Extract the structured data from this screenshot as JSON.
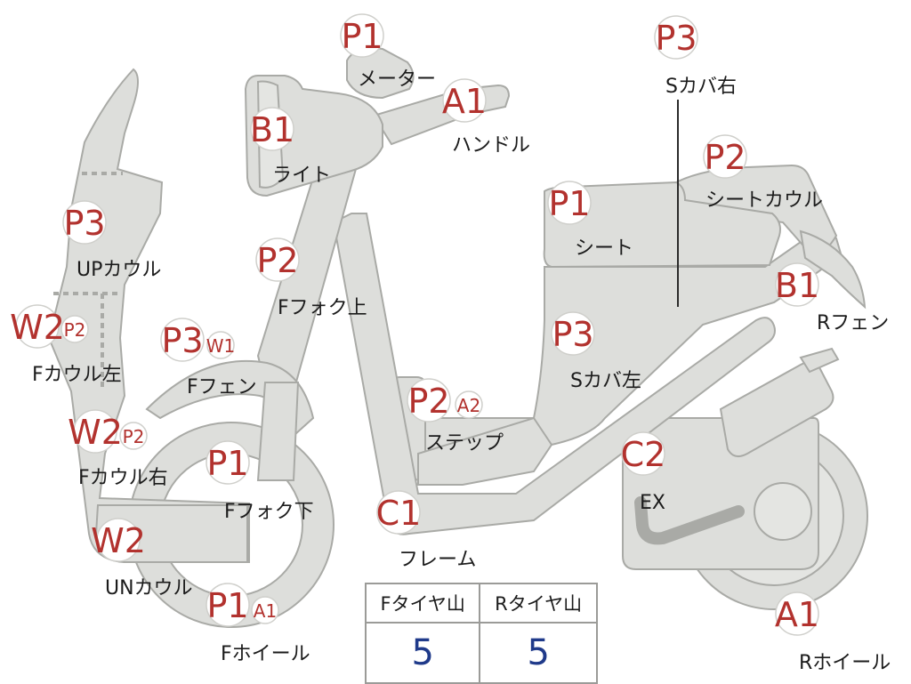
{
  "parts": [
    {
      "id": "meter",
      "code": "P1",
      "label": "メーター"
    },
    {
      "id": "handle",
      "code": "A1",
      "label": "ハンドル"
    },
    {
      "id": "light",
      "code": "B1",
      "label": "ライト"
    },
    {
      "id": "side-cover-right",
      "code": "P3",
      "label": "Sカバ右"
    },
    {
      "id": "seat-cowl",
      "code": "P2",
      "label": "シートカウル"
    },
    {
      "id": "seat",
      "code": "P1",
      "label": "シート"
    },
    {
      "id": "up-cowl",
      "code": "P3",
      "label": "UPカウル"
    },
    {
      "id": "f-fork-upper",
      "code": "P2",
      "label": "Fフォク上"
    },
    {
      "id": "r-fender",
      "code": "B1",
      "label": "Rフェン"
    },
    {
      "id": "f-cowl-left",
      "code": "W2",
      "code2": "P2",
      "label": "Fカウル左"
    },
    {
      "id": "f-fender",
      "code": "P3",
      "code2": "W1",
      "label": "Fフェン"
    },
    {
      "id": "side-cover-left",
      "code": "P3",
      "label": "Sカバ左"
    },
    {
      "id": "step",
      "code": "P2",
      "code2": "A2",
      "label": "ステップ"
    },
    {
      "id": "f-cowl-right",
      "code": "W2",
      "code2": "P2",
      "label": "Fカウル右"
    },
    {
      "id": "f-fork-lower",
      "code": "P1",
      "label": "Fフォク下"
    },
    {
      "id": "exhaust",
      "code": "C2",
      "label": "EX"
    },
    {
      "id": "frame",
      "code": "C1",
      "label": "フレーム"
    },
    {
      "id": "un-cowl",
      "code": "W2",
      "label": "UNカウル"
    },
    {
      "id": "f-wheel",
      "code": "P1",
      "code2": "A1",
      "label": "Fホイール"
    },
    {
      "id": "r-wheel",
      "code": "A1",
      "label": "Rホイール"
    }
  ],
  "tire_table": {
    "headers": [
      "Fタイヤ山",
      "Rタイヤ山"
    ],
    "values": [
      "5",
      "5"
    ]
  },
  "colors": {
    "part_fill": "#dddedb",
    "part_stroke": "#a9aaa6",
    "code_text": "#b2322e",
    "value_text": "#1f3a8a"
  }
}
